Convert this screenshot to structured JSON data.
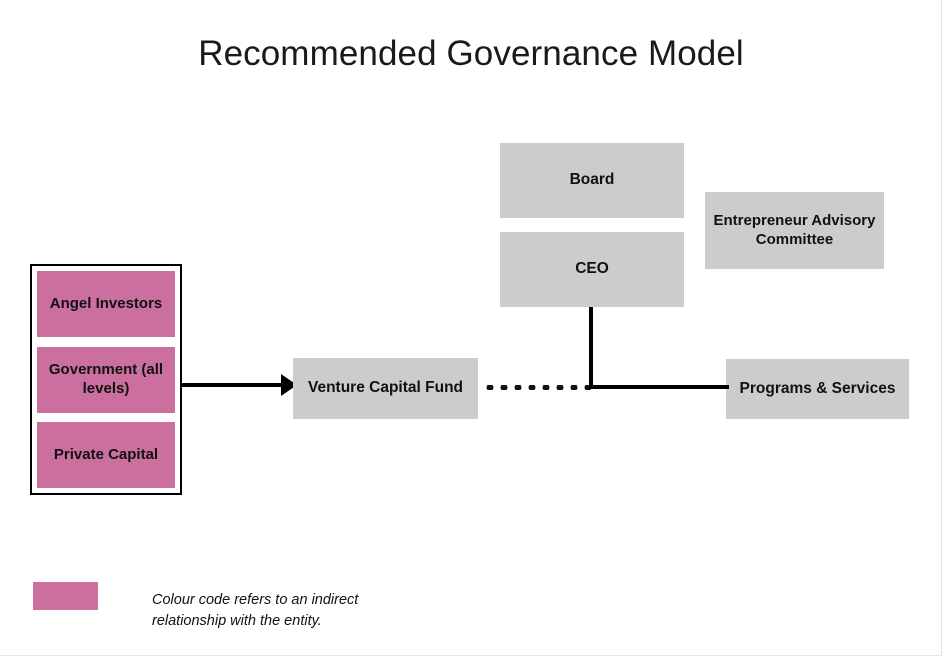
{
  "slide": {
    "title": "Recommended Governance Model",
    "background_color": "#ffffff"
  },
  "colors": {
    "node_fill": "#cccccc",
    "indirect_fill": "#ca6f9e",
    "connector": "#000000",
    "text": "#111111"
  },
  "funding_group": {
    "name": "funding-sources",
    "items": [
      {
        "label": "Angel Investors"
      },
      {
        "label": "Government (all levels)"
      },
      {
        "label": "Private Capital"
      }
    ]
  },
  "nodes": {
    "board": {
      "label": "Board"
    },
    "ceo": {
      "label": "CEO"
    },
    "entrepreneur_advisory_committee": {
      "label": "Entrepreneur Advisory Committee"
    },
    "venture_capital_fund": {
      "label": "Venture Capital Fund"
    },
    "programs_services": {
      "label": "Programs & Services"
    }
  },
  "connections": [
    {
      "from": "funding-sources",
      "to": "venture-capital-fund",
      "style": "solid-arrow"
    },
    {
      "from": "venture-capital-fund",
      "to": "junction",
      "style": "dotted"
    },
    {
      "from": "ceo",
      "to": "junction",
      "style": "solid"
    },
    {
      "from": "junction",
      "to": "programs-services",
      "style": "solid"
    }
  ],
  "legend": {
    "swatch_color": "#ca6f9e",
    "text": "Colour code refers to an indirect relationship with the entity."
  },
  "chart_data": {
    "type": "diagram",
    "title": "Recommended Governance Model",
    "nodes": [
      {
        "id": "angel-investors",
        "label": "Angel Investors",
        "fill": "#ca6f9e",
        "group": "funding-sources"
      },
      {
        "id": "government",
        "label": "Government (all levels)",
        "fill": "#ca6f9e",
        "group": "funding-sources"
      },
      {
        "id": "private-capital",
        "label": "Private Capital",
        "fill": "#ca6f9e",
        "group": "funding-sources"
      },
      {
        "id": "venture-capital-fund",
        "label": "Venture Capital Fund",
        "fill": "#cccccc"
      },
      {
        "id": "board",
        "label": "Board",
        "fill": "#cccccc"
      },
      {
        "id": "ceo",
        "label": "CEO",
        "fill": "#cccccc"
      },
      {
        "id": "entrepreneur-advisory-committee",
        "label": "Entrepreneur Advisory Committee",
        "fill": "#cccccc"
      },
      {
        "id": "programs-services",
        "label": "Programs & Services",
        "fill": "#cccccc"
      }
    ],
    "edges": [
      {
        "from": "funding-sources",
        "to": "venture-capital-fund",
        "style": "arrow"
      },
      {
        "from": "venture-capital-fund",
        "to": "ceo",
        "style": "dotted"
      },
      {
        "from": "ceo",
        "to": "programs-services",
        "style": "solid"
      }
    ],
    "legend": [
      {
        "color": "#ca6f9e",
        "label": "Colour code refers to an indirect relationship with the entity."
      }
    ]
  }
}
